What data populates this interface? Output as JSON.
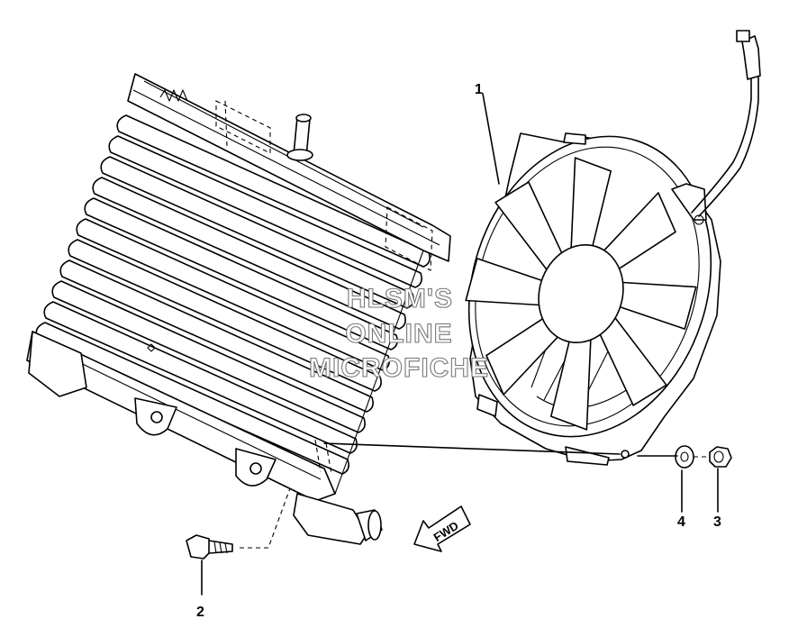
{
  "callouts": [
    {
      "id": "1",
      "label": "1"
    },
    {
      "id": "2",
      "label": "2"
    },
    {
      "id": "3",
      "label": "3"
    },
    {
      "id": "4",
      "label": "4"
    }
  ],
  "arrow_label": "FWD",
  "watermark": {
    "line1": "HLSM'S",
    "line2": "ONLINE",
    "line3": "MICROFICHE"
  },
  "colors": {
    "line": "#000000",
    "background": "#ffffff",
    "watermark_outline": "#777777"
  }
}
